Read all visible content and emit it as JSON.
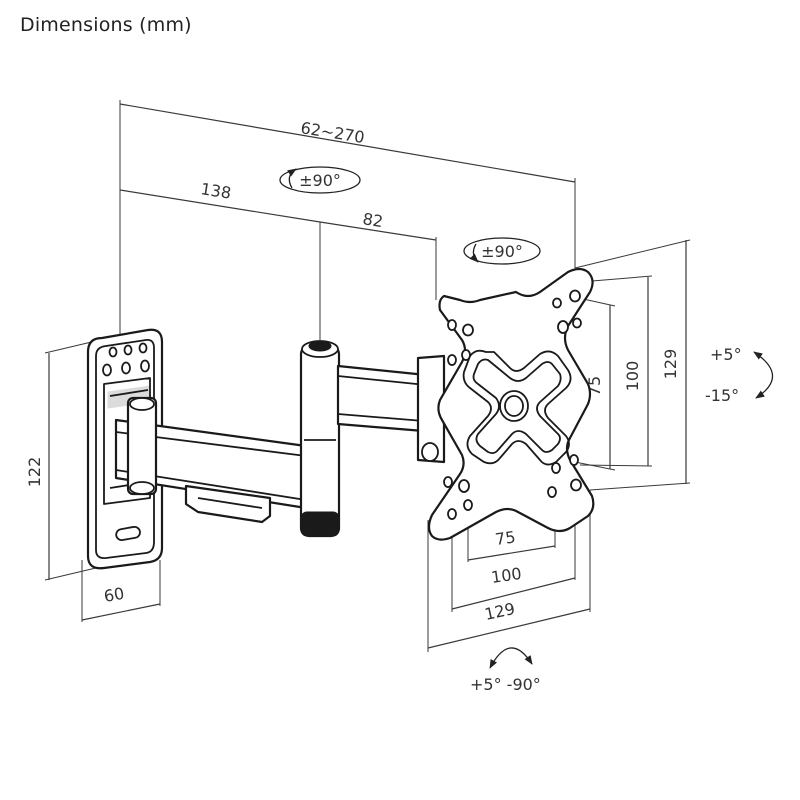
{
  "title": "Dimensions (mm)",
  "dimensions": {
    "arm_total": "62~270",
    "arm_first": "138",
    "arm_second": "82",
    "wall_plate_height": "122",
    "wall_plate_width": "60",
    "vesa_inner_h": "75",
    "vesa_mid_h": "100",
    "vesa_outer_h": "129",
    "vesa_inner_v": "75",
    "vesa_mid_v": "100",
    "vesa_outer_v": "129"
  },
  "rotation": {
    "arm_swivel": "±90°",
    "head_swivel": "±90°",
    "tilt_up": "+5°",
    "tilt_down": "-15°",
    "side_tilt": "+5°  -90°"
  }
}
